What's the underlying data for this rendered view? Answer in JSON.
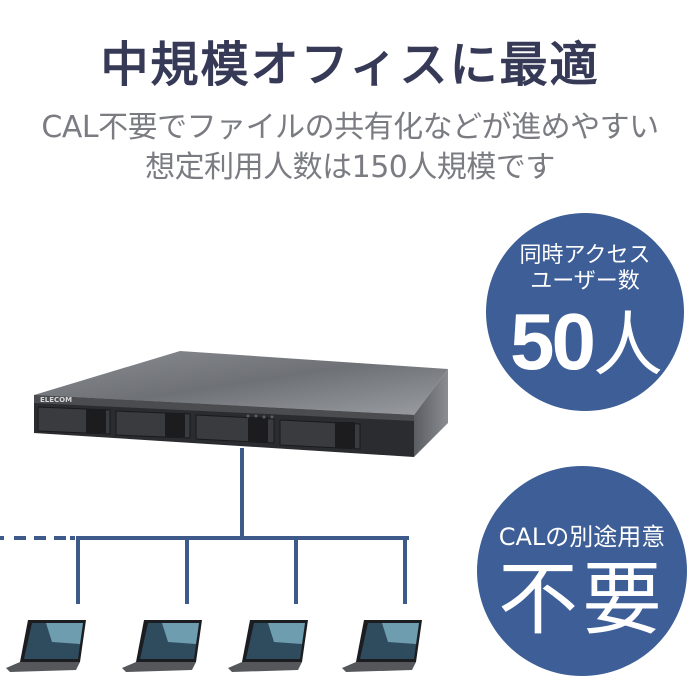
{
  "header": {
    "title": "中規模オフィスに最適",
    "subtitle_line1": "CAL不要でファイルの共有化などが進めやすい",
    "subtitle_line2": "想定利用人数は150人規模です"
  },
  "badge_users": {
    "line1": "同時アクセス",
    "line2": "ユーザー数",
    "number": "50",
    "unit": "人"
  },
  "badge_cal": {
    "line1": "CALの別途用意",
    "big": "不要"
  },
  "product": {
    "brand": "ELECOM",
    "drive_bays": 4
  },
  "network": {
    "line_color": "#3d5a8a",
    "clients": 4,
    "more_clients_indicator": "dashed-line"
  },
  "colors": {
    "title": "#363a56",
    "subtitle": "#7a7c82",
    "badge": "#3d5e96"
  }
}
